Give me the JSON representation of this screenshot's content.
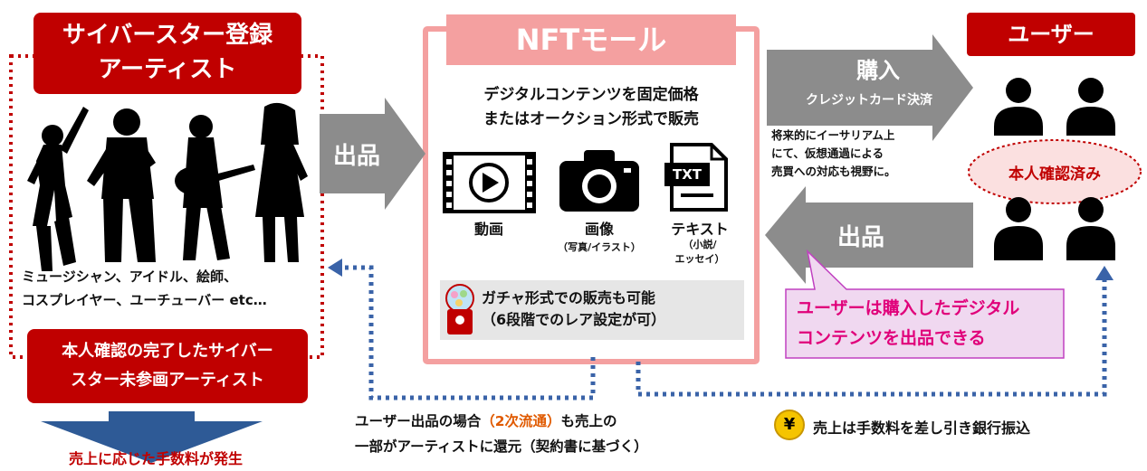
{
  "artists": {
    "title_line1": "サイバースター登録",
    "title_line2": "アーティスト",
    "types_line1": "ミュージシャン、アイドル、絵師、",
    "types_line2": "コスプレイヤー、ユーチューバー etc…",
    "verified_line1": "本人確認の完了したサイバー",
    "verified_line2": "スター未参画アーティスト",
    "fee_text": "売上に応じた手数料が発生"
  },
  "arrows": {
    "list_left": "出品",
    "buy_title": "購入",
    "buy_sub": "クレジットカード決済",
    "list_right": "出品"
  },
  "mall": {
    "title": "NFTモール",
    "desc_line1": "デジタルコンテンツを固定価格",
    "desc_line2": "またはオークション形式で販売",
    "content_video": "動画",
    "content_image": "画像",
    "content_image_sub": "（写真/イラスト）",
    "content_text": "テキスト",
    "content_text_sub1": "（小説/",
    "content_text_sub2": "エッセイ）",
    "txt_icon_label": "TXT",
    "gacha_line1": "ガチャ形式での販売も可能",
    "gacha_line2": "（6段階でのレア設定が可）"
  },
  "users": {
    "title": "ユーザー",
    "verified": "本人確認済み"
  },
  "notes": {
    "future_line1": "将来的にイーサリアム上",
    "future_line2": "にて、仮想通過による",
    "future_line3": "売買への対応も視野に。",
    "resale_line1": "ユーザーは購入したデジタル",
    "resale_line2": "コンテンツを出品できる",
    "secondary_part1": "ユーザー出品の場合",
    "secondary_highlight": "（2次流通）",
    "secondary_part2": "も売上の",
    "secondary_line2": "一部がアーティストに還元（契約書に基づく）",
    "payout": "売上は手数料を差し引き銀行振込",
    "yen_symbol": "¥"
  },
  "colors": {
    "brand_red": "#c00000",
    "mall_pink": "#f4a0a0",
    "arrow_gray": "#8c8c8c",
    "dotted_blue": "#3a63a8",
    "down_arrow_blue": "#2e5a96",
    "callout_fill": "#f0d8f0",
    "yen_yellow": "#f5c400"
  }
}
